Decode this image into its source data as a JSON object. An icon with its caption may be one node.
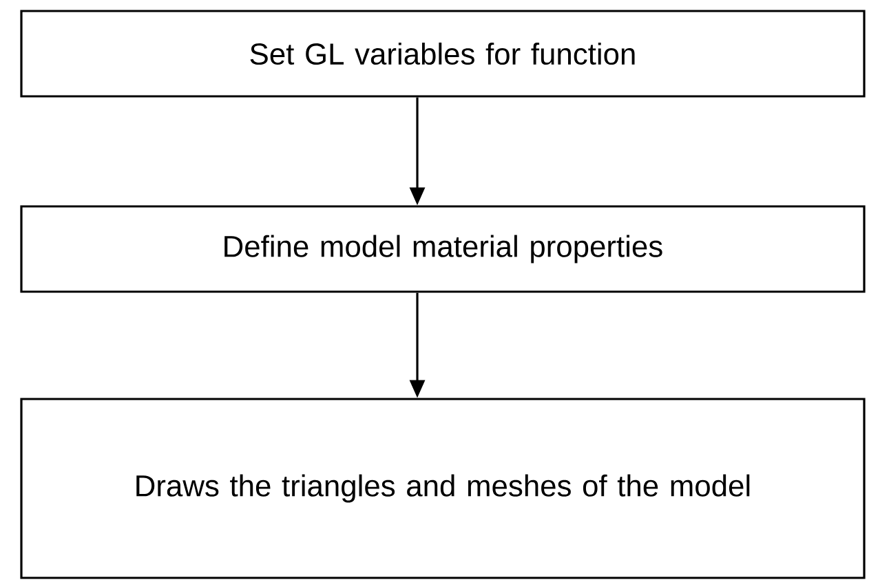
{
  "diagram": {
    "nodes": [
      {
        "text": [
          "Set GL variables for function"
        ]
      },
      {
        "text": [
          "Define model material properties"
        ]
      },
      {
        "text": [
          "Draws the triangles and meshes of the model"
        ]
      }
    ],
    "edges": [
      {
        "from": 0,
        "to": 1,
        "arrow": "to"
      },
      {
        "from": 1,
        "to": 2,
        "arrow": "to"
      }
    ]
  }
}
